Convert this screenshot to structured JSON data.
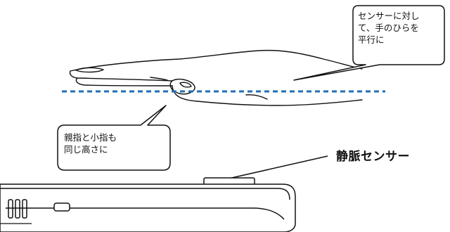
{
  "diagram": {
    "callout_right": {
      "lines": [
        "センサーに対し",
        "て、手のひらを",
        "平行に"
      ]
    },
    "callout_left": {
      "lines": [
        "親指と小指も",
        "同じ高さに"
      ]
    },
    "sensor_label": "静脈センサー",
    "colors": {
      "outline": "#111111",
      "guide_line": "#1f6fb5",
      "device_fill": "#ffffff",
      "background": "#ffffff"
    }
  }
}
